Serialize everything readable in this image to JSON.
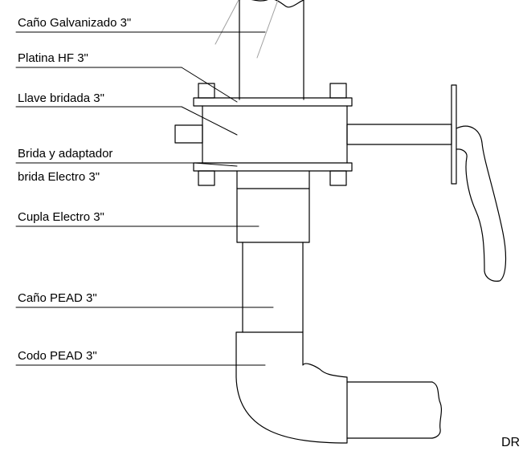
{
  "labels": {
    "cano_galvanizado": "Caño Galvanizado 3\"",
    "platina_hf": "Platina HF 3\"",
    "llave_bridada": "Llave bridada 3\"",
    "brida_adaptador_line1": "Brida y adaptador",
    "brida_adaptador_line2": "brida Electro 3\"",
    "cupla_electro": "Cupla Electro 3\"",
    "cano_pead": "Caño PEAD 3\"",
    "codo_pead": "Codo PEAD 3\""
  },
  "corner_text": "DR",
  "colors": {
    "line": "#000000",
    "hatch": "#a0a0a0",
    "background": "#ffffff"
  }
}
